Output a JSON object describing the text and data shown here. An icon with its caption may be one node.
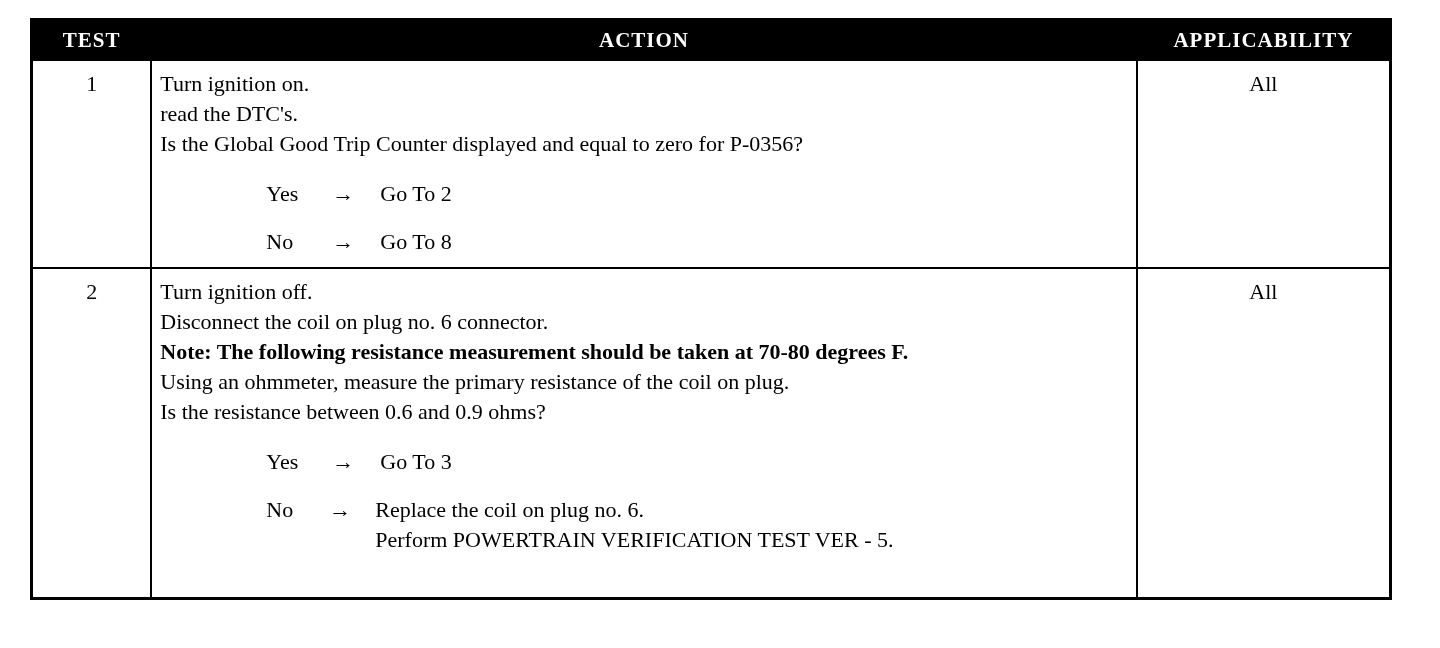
{
  "diagram": {
    "labels": [
      "TEST",
      "ACTION",
      "APPLICABILITY",
      "1",
      "Turn ignition on.",
      "read the DTC's.",
      "Is the Global Good Trip Counter displayed and equal to zero for P-0356?",
      "Yes",
      "→",
      "Go To 2",
      "No",
      "→",
      "Go To 8",
      "All",
      "2",
      "Turn ignition off.",
      "Disconnect the coil on plug no. 6 connector.",
      "Note: The following resistance measurement should be taken at 70-80 degrees F.",
      "Using an ohmmeter, measure the primary resistance of the coil on plug.",
      "Is the resistance between 0.6 and 0.9 ohms?",
      "Yes",
      "→",
      "Go To 3",
      "No",
      "→",
      "Replace the coil on plug no. 6.",
      "Perform POWERTRAIN VERIFICATION TEST VER - 5.",
      "All"
    ]
  }
}
